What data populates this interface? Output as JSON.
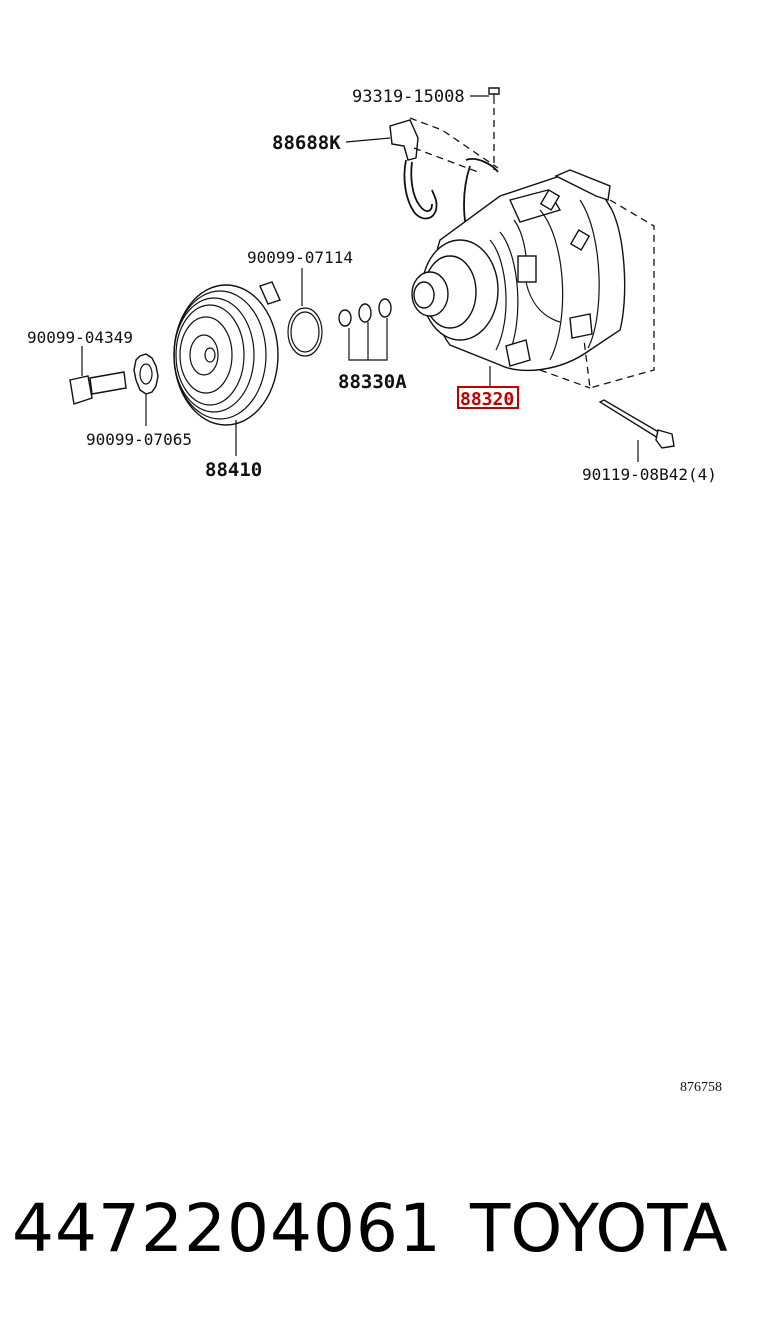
{
  "diagram": {
    "labels": {
      "bolt_top": "93319-15008",
      "bracket": "88688K",
      "snap_ring": "90099-07114",
      "bolt_left": "90099-04349",
      "washer": "90099-07065",
      "pulley": "88410",
      "shims": "88330A",
      "compressor": "88320",
      "mount_bolt": "90119-08B42(4)",
      "ref_number": "876758"
    }
  },
  "footer": {
    "part_number": "4472204061",
    "brand": "TOYOTA"
  },
  "colors": {
    "highlight": "#c00000",
    "ink": "#111111"
  }
}
